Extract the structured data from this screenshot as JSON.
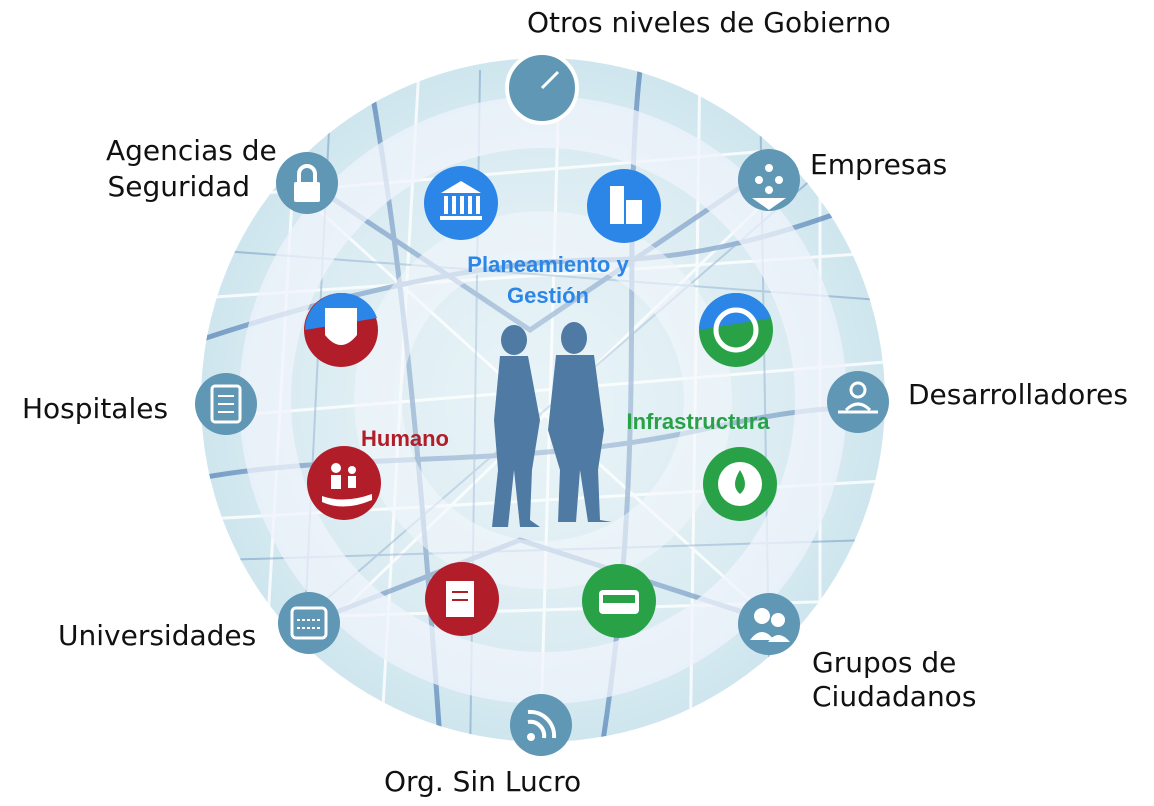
{
  "colors": {
    "map_land": "#cfe6ee",
    "map_road": "#5a86b8",
    "map_ring_light": "#ecf1fa",
    "stakeholder_icon": "#5f97b5",
    "planning": "#2b86e8",
    "human": "#b11e2a",
    "infrastructure": "#29a247",
    "people_silhouette": "#4f7aa3"
  },
  "stakeholders": {
    "government": {
      "label": "Otros niveles de Gobierno",
      "icon": "stopwatch-icon"
    },
    "security": {
      "label_1": "Agencias de",
      "label_2": "Seguridad",
      "icon": "padlock-icon"
    },
    "companies": {
      "label": "Empresas",
      "icon": "network-people-icon"
    },
    "hospitals": {
      "label": "Hospitales",
      "icon": "clipboard-checklist-icon"
    },
    "developers": {
      "label": "Desarrolladores",
      "icon": "person-with-arrows-icon"
    },
    "universities": {
      "label": "Universidades",
      "icon": "keyboard-screen-icon"
    },
    "citizens": {
      "label_1": "Grupos de",
      "label_2": "Ciudadanos",
      "icon": "people-group-icon"
    },
    "nonprofits": {
      "label": "Org. Sin Lucro",
      "icon": "rss-feed-icon"
    }
  },
  "sectors": {
    "planning": {
      "label_1": "Planeamiento y",
      "label_2": "Gestión",
      "icons": [
        "government-building-icon",
        "city-buildings-icon"
      ]
    },
    "human": {
      "label": "Humano",
      "icons": [
        "police-badge-icon",
        "family-care-icon",
        "documents-icon"
      ]
    },
    "infrastructure": {
      "label": "Infrastructura",
      "icons": [
        "recycle-icon",
        "water-drop-splash-icon",
        "transport-icon"
      ]
    }
  }
}
